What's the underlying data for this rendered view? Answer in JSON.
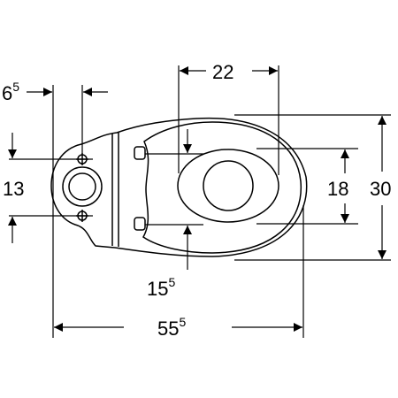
{
  "colors": {
    "ink": "#000000",
    "background": "#ffffff"
  },
  "dimensions": {
    "offset": {
      "main": "6",
      "sup": "5"
    },
    "bowl_width": {
      "main": "22",
      "sup": ""
    },
    "pipe_spacing": {
      "main": "13",
      "sup": ""
    },
    "bowl_inner": {
      "main": "18",
      "sup": ""
    },
    "overall_width": {
      "main": "30",
      "sup": ""
    },
    "seat_hinge": {
      "main": "15",
      "sup": "5"
    },
    "overall_length": {
      "main": "55",
      "sup": "5"
    }
  }
}
